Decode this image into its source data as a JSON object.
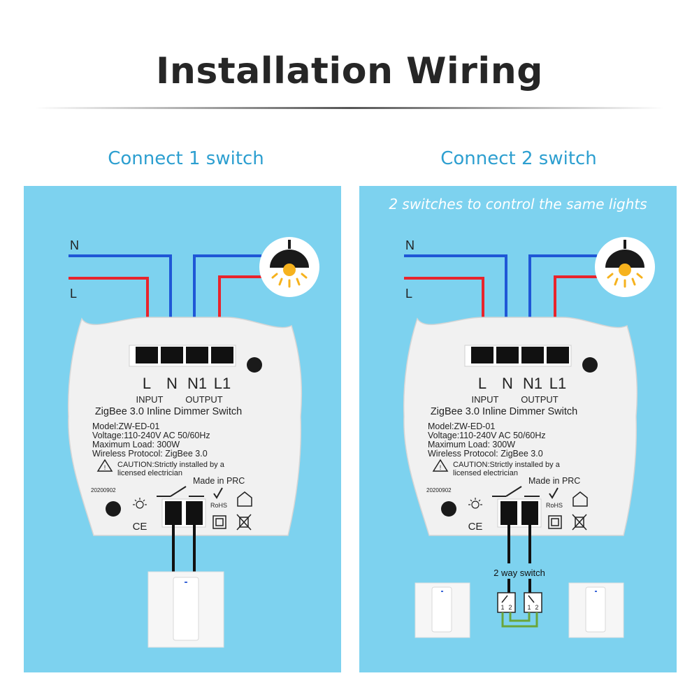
{
  "title": "Installation Wiring",
  "panels": [
    {
      "heading": "Connect 1 switch",
      "wire_n_label": "N",
      "wire_l_label": "L",
      "terminal_labels": [
        "L",
        "N",
        "N1",
        "L1"
      ],
      "terminal_group_input": "INPUT",
      "terminal_group_output": "OUTPUT",
      "product_name": "ZigBee 3.0 Inline Dimmer Switch",
      "spec_lines": [
        "Model:ZW-ED-01",
        "Voltage:110-240V AC 50/60Hz",
        "Maximum Load: 300W",
        "Wireless Protocol: ZigBee 3.0"
      ],
      "caution_lines": [
        "CAUTION:Strictly installed by a",
        "licensed electrician"
      ],
      "date_code": "20200902",
      "made_in": "Made in PRC",
      "rohs": "RoHS",
      "ce": "CE"
    },
    {
      "heading": "Connect 2 switch",
      "subtitle": "2 switches to control the same lights",
      "wire_n_label": "N",
      "wire_l_label": "L",
      "terminal_labels": [
        "L",
        "N",
        "N1",
        "L1"
      ],
      "terminal_group_input": "INPUT",
      "terminal_group_output": "OUTPUT",
      "product_name": "ZigBee 3.0 Inline Dimmer Switch",
      "spec_lines": [
        "Model:ZW-ED-01",
        "Voltage:110-240V AC 50/60Hz",
        "Maximum Load: 300W",
        "Wireless Protocol: ZigBee 3.0"
      ],
      "caution_lines": [
        "CAUTION:Strictly installed by a",
        "licensed electrician"
      ],
      "date_code": "20200902",
      "made_in": "Made in PRC",
      "rohs": "RoHS",
      "ce": "CE",
      "two_way_label": "2 way switch",
      "two_way_terminals": [
        "1",
        "2"
      ]
    }
  ],
  "colors": {
    "panel_bg": "#7dd2ef",
    "heading": "#2d9fd0",
    "neutral_wire": "#1f57d6",
    "live_wire": "#e8242c",
    "link_wire": "#6aa53a",
    "module_body": "#f1f1f1"
  },
  "icons": [
    "ceiling-lamp-icon",
    "light-bulb-icon",
    "switch-symbol-icon",
    "recycle-check-icon",
    "home-icon",
    "double-insulation-icon",
    "weee-bin-icon",
    "warning-icon"
  ]
}
